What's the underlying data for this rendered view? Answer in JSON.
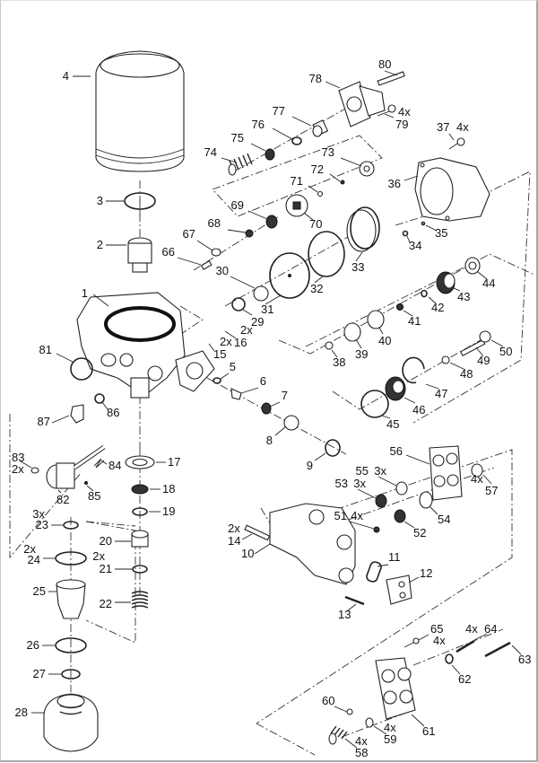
{
  "diagram": {
    "type": "exploded-parts-view",
    "subject": "air dryer assembly",
    "callouts": [
      {
        "id": "1",
        "qty": ""
      },
      {
        "id": "2",
        "qty": ""
      },
      {
        "id": "3",
        "qty": ""
      },
      {
        "id": "4",
        "qty": ""
      },
      {
        "id": "5",
        "qty": ""
      },
      {
        "id": "6",
        "qty": ""
      },
      {
        "id": "7",
        "qty": ""
      },
      {
        "id": "8",
        "qty": ""
      },
      {
        "id": "9",
        "qty": ""
      },
      {
        "id": "10",
        "qty": ""
      },
      {
        "id": "11",
        "qty": ""
      },
      {
        "id": "12",
        "qty": ""
      },
      {
        "id": "13",
        "qty": ""
      },
      {
        "id": "14",
        "qty": "2x"
      },
      {
        "id": "15",
        "qty": "2x"
      },
      {
        "id": "16",
        "qty": "2x"
      },
      {
        "id": "17",
        "qty": ""
      },
      {
        "id": "18",
        "qty": ""
      },
      {
        "id": "19",
        "qty": ""
      },
      {
        "id": "20",
        "qty": ""
      },
      {
        "id": "21",
        "qty": "2x"
      },
      {
        "id": "22",
        "qty": ""
      },
      {
        "id": "23",
        "qty": "3x"
      },
      {
        "id": "24",
        "qty": "2x"
      },
      {
        "id": "25",
        "qty": ""
      },
      {
        "id": "26",
        "qty": ""
      },
      {
        "id": "27",
        "qty": ""
      },
      {
        "id": "28",
        "qty": ""
      },
      {
        "id": "29",
        "qty": ""
      },
      {
        "id": "30",
        "qty": ""
      },
      {
        "id": "31",
        "qty": ""
      },
      {
        "id": "32",
        "qty": ""
      },
      {
        "id": "33",
        "qty": ""
      },
      {
        "id": "34",
        "qty": ""
      },
      {
        "id": "35",
        "qty": ""
      },
      {
        "id": "36",
        "qty": ""
      },
      {
        "id": "37",
        "qty": "4x"
      },
      {
        "id": "38",
        "qty": ""
      },
      {
        "id": "39",
        "qty": ""
      },
      {
        "id": "40",
        "qty": ""
      },
      {
        "id": "41",
        "qty": ""
      },
      {
        "id": "42",
        "qty": ""
      },
      {
        "id": "43",
        "qty": ""
      },
      {
        "id": "44",
        "qty": ""
      },
      {
        "id": "45",
        "qty": ""
      },
      {
        "id": "46",
        "qty": ""
      },
      {
        "id": "47",
        "qty": ""
      },
      {
        "id": "48",
        "qty": ""
      },
      {
        "id": "49",
        "qty": ""
      },
      {
        "id": "50",
        "qty": ""
      },
      {
        "id": "51",
        "qty": "4x"
      },
      {
        "id": "52",
        "qty": ""
      },
      {
        "id": "53",
        "qty": "3x"
      },
      {
        "id": "54",
        "qty": ""
      },
      {
        "id": "55",
        "qty": "3x"
      },
      {
        "id": "56",
        "qty": ""
      },
      {
        "id": "57",
        "qty": "4x"
      },
      {
        "id": "58",
        "qty": "4x"
      },
      {
        "id": "59",
        "qty": "4x"
      },
      {
        "id": "60",
        "qty": ""
      },
      {
        "id": "61",
        "qty": ""
      },
      {
        "id": "62",
        "qty": ""
      },
      {
        "id": "63",
        "qty": ""
      },
      {
        "id": "64",
        "qty": "4x"
      },
      {
        "id": "65",
        "qty": "4x"
      },
      {
        "id": "66",
        "qty": ""
      },
      {
        "id": "67",
        "qty": ""
      },
      {
        "id": "68",
        "qty": ""
      },
      {
        "id": "69",
        "qty": ""
      },
      {
        "id": "70",
        "qty": ""
      },
      {
        "id": "71",
        "qty": ""
      },
      {
        "id": "72",
        "qty": ""
      },
      {
        "id": "73",
        "qty": ""
      },
      {
        "id": "74",
        "qty": ""
      },
      {
        "id": "75",
        "qty": ""
      },
      {
        "id": "76",
        "qty": ""
      },
      {
        "id": "77",
        "qty": ""
      },
      {
        "id": "78",
        "qty": ""
      },
      {
        "id": "79",
        "qty": "4x"
      },
      {
        "id": "80",
        "qty": ""
      },
      {
        "id": "81",
        "qty": ""
      },
      {
        "id": "82",
        "qty": ""
      },
      {
        "id": "83",
        "qty": "2x"
      },
      {
        "id": "84",
        "qty": ""
      },
      {
        "id": "85",
        "qty": ""
      },
      {
        "id": "86",
        "qty": ""
      },
      {
        "id": "87",
        "qty": ""
      }
    ]
  },
  "colors": {
    "line": "#222222",
    "background": "#ffffff",
    "frame": "#a8a8a8"
  }
}
